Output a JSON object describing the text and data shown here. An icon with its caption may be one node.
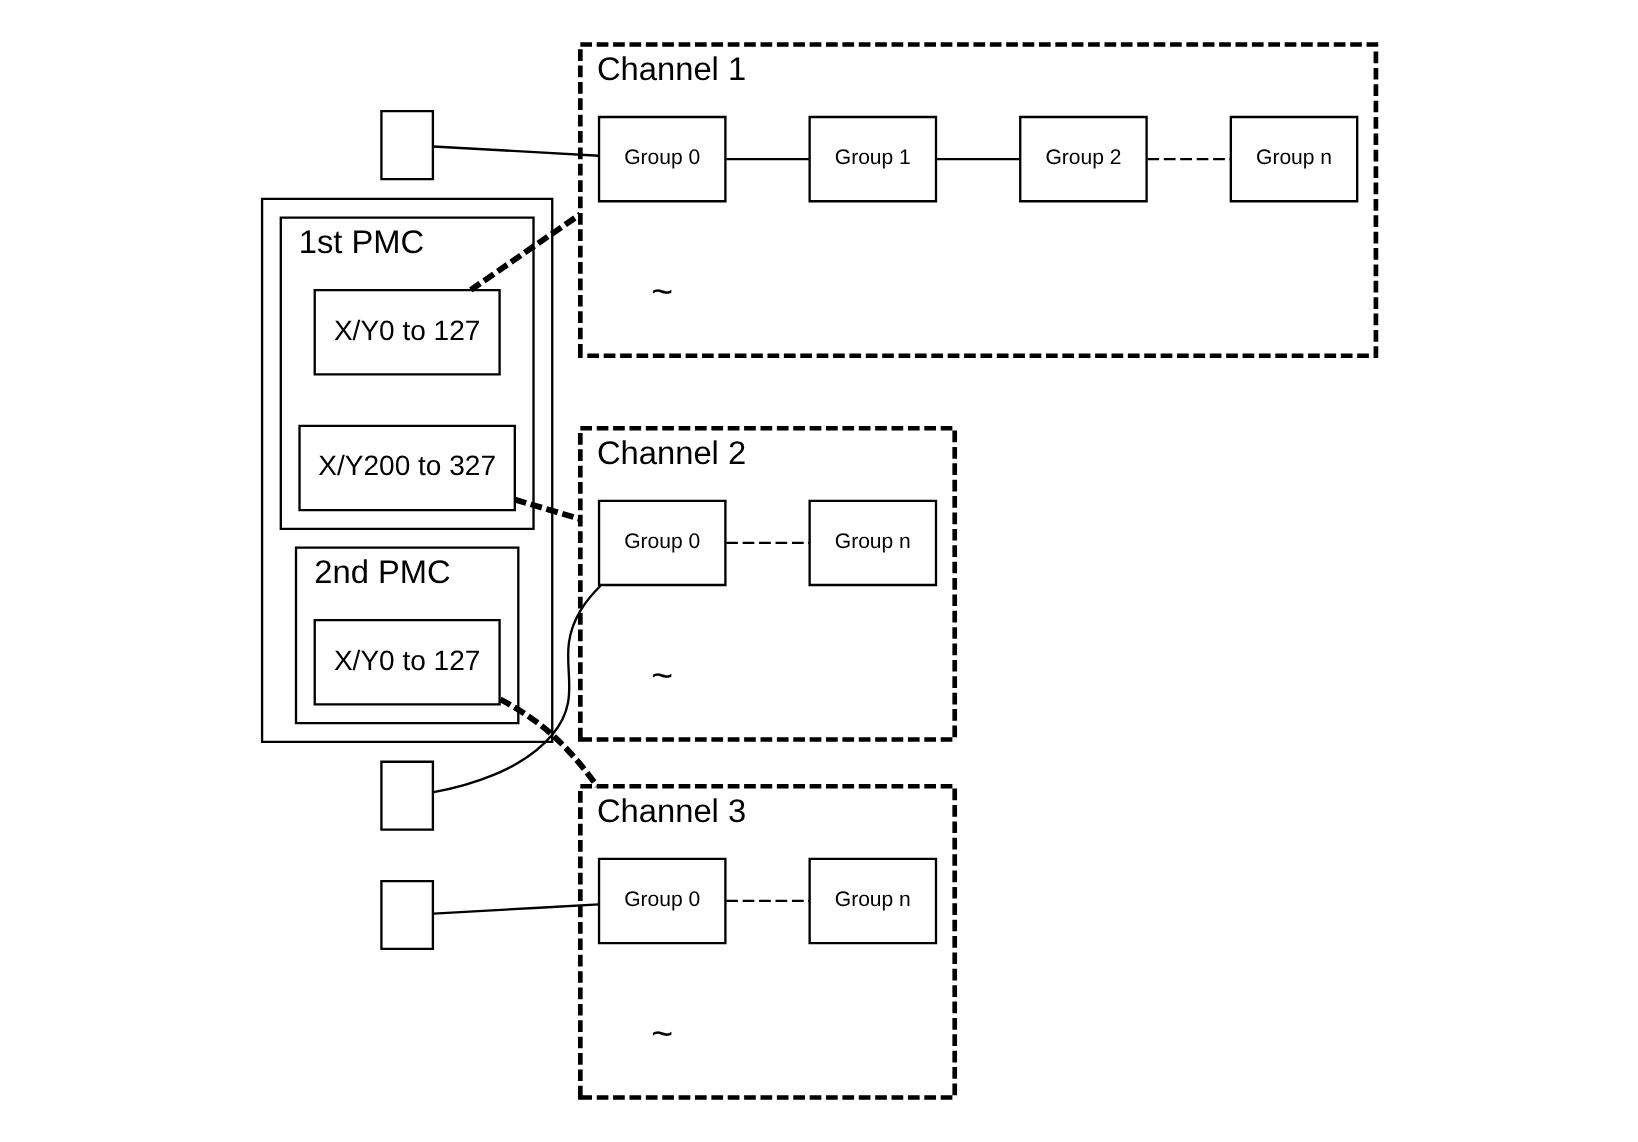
{
  "diagram": {
    "nodes": [
      {
        "text": [],
        "shape": "box"
      },
      {
        "text": [
          "1st PMC"
        ],
        "in": 0
      },
      {
        "text": [
          "X/Y0 to 127"
        ],
        "in": 1
      },
      {
        "text": [
          "X/Y200 to 327"
        ],
        "in": 1
      },
      {
        "text": [
          "2nd PMC"
        ],
        "in": 0
      },
      {
        "text": [
          "X/Y0 to 127"
        ],
        "in": 4
      },
      {
        "text": [],
        "shape": "box"
      },
      {
        "text": [
          "Channel 1"
        ]
      },
      {
        "text": [
          "Group 0"
        ],
        "in": 7
      },
      {
        "text": [
          "Group 1"
        ],
        "in": 7
      },
      {
        "text": [
          "Group 2"
        ],
        "in": 7
      },
      {
        "text": [
          "Group n"
        ],
        "in": 7
      },
      {
        "text": [],
        "shape": "box"
      },
      {
        "text": [
          "Channel 2"
        ]
      },
      {
        "text": [
          "Group 0"
        ],
        "in": 13
      },
      {
        "text": [
          "Group n"
        ],
        "in": 13
      },
      {
        "text": [],
        "shape": "box"
      },
      {
        "text": [
          "Channel 3"
        ]
      },
      {
        "text": [
          "Group 0"
        ],
        "in": 17
      },
      {
        "text": [
          "Group n"
        ],
        "in": 17
      }
    ],
    "edges": [
      {
        "from": 2,
        "to": 7,
        "arrow": "none",
        "style": "dashed"
      },
      {
        "from": 6,
        "to": 8,
        "arrow": "none"
      },
      {
        "from": 8,
        "to": 9,
        "arrow": "none"
      },
      {
        "from": 9,
        "to": 10,
        "arrow": "none"
      },
      {
        "from": 10,
        "to": 11,
        "arrow": "none",
        "style": "dashed"
      },
      {
        "from": 3,
        "to": 13,
        "arrow": "none",
        "style": "dashed"
      },
      {
        "from": 12,
        "to": 14,
        "arrow": "none"
      },
      {
        "from": 14,
        "to": 15,
        "arrow": "none",
        "style": "dashed"
      },
      {
        "from": 5,
        "to": 17,
        "arrow": "none",
        "style": "dashed"
      },
      {
        "from": 16,
        "to": 18,
        "arrow": "none"
      },
      {
        "from": 18,
        "to": 19,
        "arrow": "none",
        "style": "dashed"
      }
    ],
    "labels": [
      "~",
      "~",
      "~"
    ]
  }
}
